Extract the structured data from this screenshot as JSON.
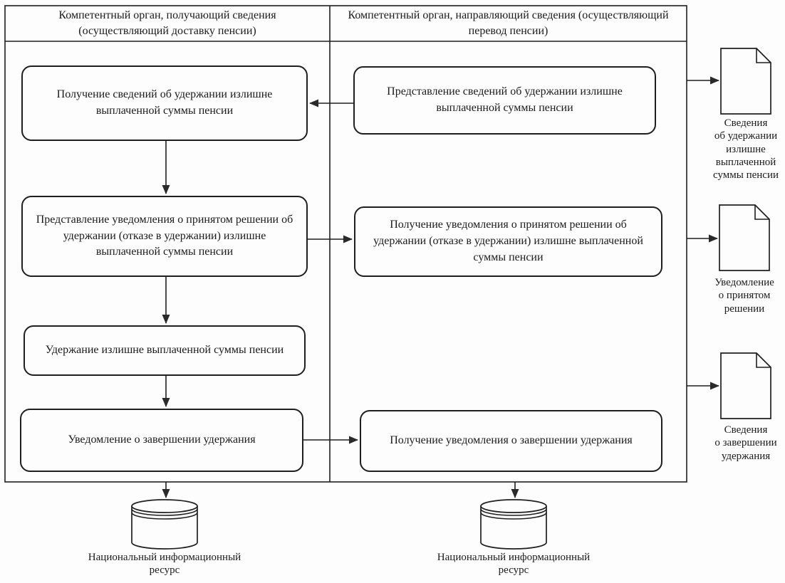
{
  "header": {
    "left": "Компетентный орган, получающий сведения (осуществляющий доставку пенсии)",
    "right": "Компетентный орган, направляющий сведения (осуществляющий перевод пенсии)"
  },
  "process": {
    "left": [
      "Получение сведений об удержании излишне выплаченной суммы пенсии",
      "Представление уведомления о принятом решении об удержании (отказе в удержании) излишне выплаченной суммы пенсии",
      "Удержание излишне выплаченной суммы пенсии",
      "Уведомление о завершении удержания"
    ],
    "right": [
      "Представление сведений об удержании излишне выплаченной суммы пенсии",
      "Получение уведомления о принятом решении об удержании (отказе в удержании) излишне выплаченной суммы пенсии",
      "Получение уведомления о завершении удержания"
    ]
  },
  "documents": [
    {
      "label": "Сведения\nоб удержании\nизлишне\nвыплаченной\nсуммы пенсии"
    },
    {
      "label": "Уведомление\nо принятом\nрешении"
    },
    {
      "label": "Сведения\nо завершении\nудержания"
    }
  ],
  "databases": [
    {
      "label": "Национальный информационный\nресурс"
    },
    {
      "label": "Национальный информационный\nресурс"
    }
  ],
  "colors": {
    "line": "#1f1f1f",
    "background": "#fdfdfd"
  }
}
